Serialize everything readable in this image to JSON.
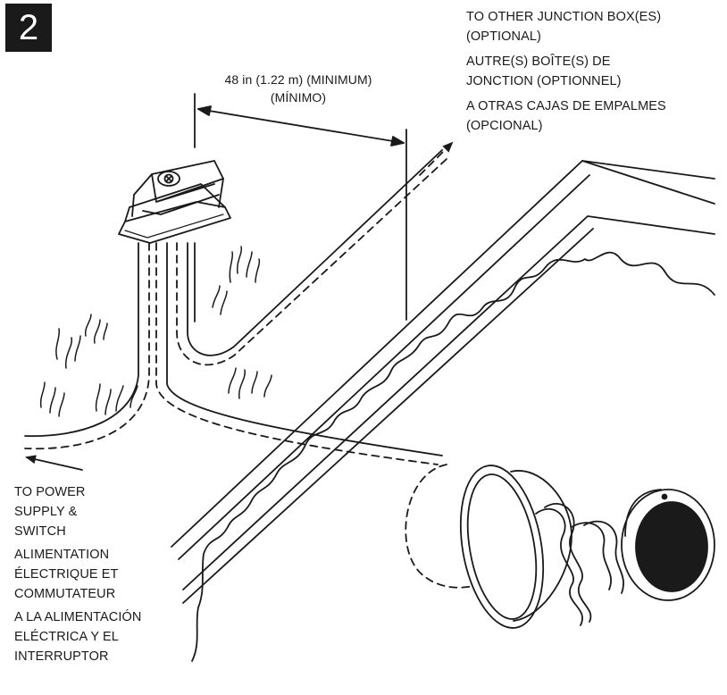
{
  "step_number": "2",
  "dimension": {
    "line1": "48 in (1.22 m) (MINIMUM)",
    "line2": "(MÍNIMO)"
  },
  "other_junction_boxes": {
    "en_line1": "TO OTHER JUNCTION BOX(ES)",
    "en_line2": "(OPTIONAL)",
    "fr_line1": "AUTRE(S) BOÎTE(S) DE",
    "fr_line2": "JONCTION (OPTIONNEL)",
    "es_line1": "A OTRAS CAJAS DE EMPALMES",
    "es_line2": "(OPCIONAL)"
  },
  "power_supply": {
    "en_line1": "TO POWER",
    "en_line2": "SUPPLY &",
    "en_line3": "SWITCH",
    "fr_line1": "ALIMENTATION",
    "fr_line2": "ÉLECTRIQUE ET",
    "fr_line3": "COMMUTATEUR",
    "es_line1": "A LA ALIMENTACIÓN",
    "es_line2": "ELÉCTRICA Y EL",
    "es_line3": "INTERRUPTOR"
  },
  "colors": {
    "ink": "#1a1a1a",
    "badge": "#1a1a1a",
    "background": "#ffffff"
  }
}
